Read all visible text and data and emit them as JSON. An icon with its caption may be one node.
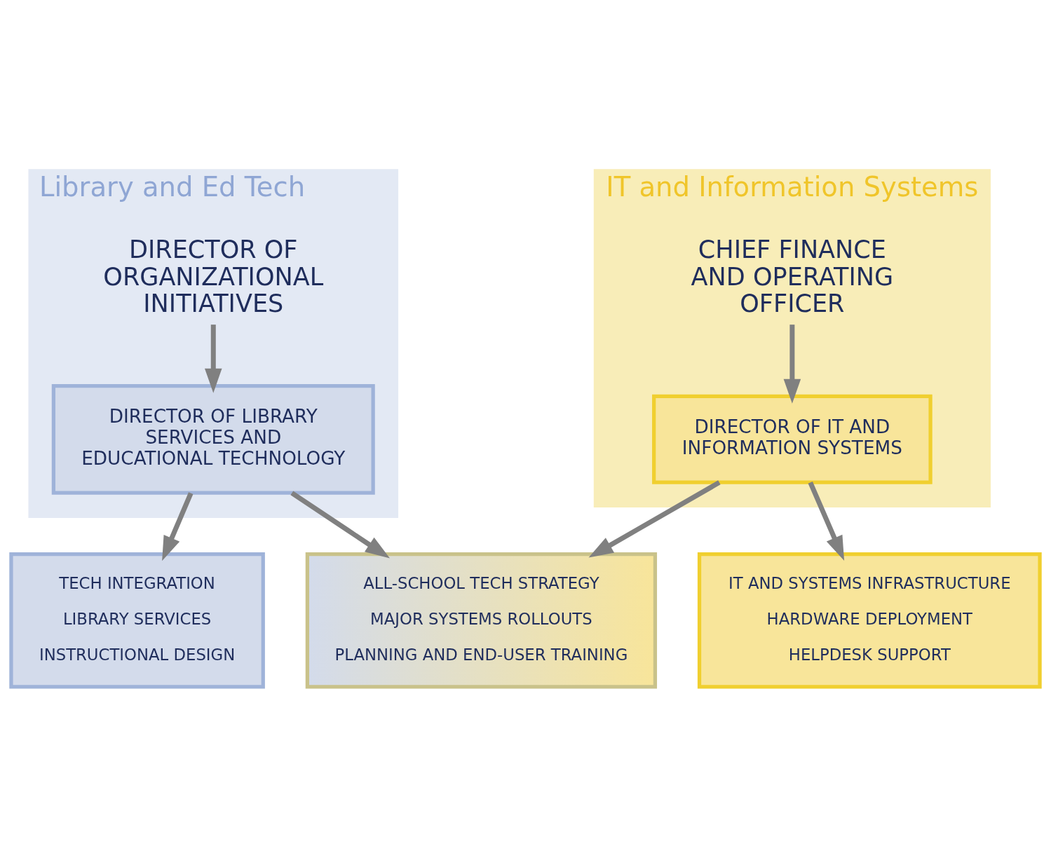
{
  "diagram": {
    "nodes": [
      {
        "text": [
          "Library and Ed Tech"
        ]
      },
      {
        "text": [
          "DIRECTOR OF ORGANIZATIONAL INITIATIVES"
        ],
        "in": 0
      },
      {
        "text": [
          "DIRECTOR OF LIBRARY SERVICES AND EDUCATIONAL TECHNOLOGY"
        ],
        "in": 0
      },
      {
        "text": [
          "IT and Information Systems"
        ]
      },
      {
        "text": [
          "CHIEF FINANCE AND OPERATING OFFICER"
        ],
        "in": 3
      },
      {
        "text": [
          "DIRECTOR OF IT AND INFORMATION SYSTEMS"
        ],
        "in": 3
      },
      {
        "text": [
          "TECH INTEGRATION",
          "LIBRARY SERVICES",
          "INSTRUCTIONAL DESIGN"
        ]
      },
      {
        "text": [
          "ALL-SCHOOL TECH STRATEGY",
          "MAJOR SYSTEMS ROLLOUTS",
          "PLANNING AND END-USER TRAINING"
        ]
      },
      {
        "text": [
          "IT AND SYSTEMS INFRASTRUCTURE",
          "HARDWARE DEPLOYMENT",
          "HELPDESK SUPPORT"
        ]
      }
    ],
    "edges": [
      {
        "from": 1,
        "to": 2,
        "arrow": "to"
      },
      {
        "from": 4,
        "to": 5,
        "arrow": "to"
      },
      {
        "from": 2,
        "to": 6,
        "arrow": "to"
      },
      {
        "from": 2,
        "to": 7,
        "arrow": "to"
      },
      {
        "from": 5,
        "to": 7,
        "arrow": "to"
      },
      {
        "from": 5,
        "to": 8,
        "arrow": "to"
      }
    ]
  }
}
